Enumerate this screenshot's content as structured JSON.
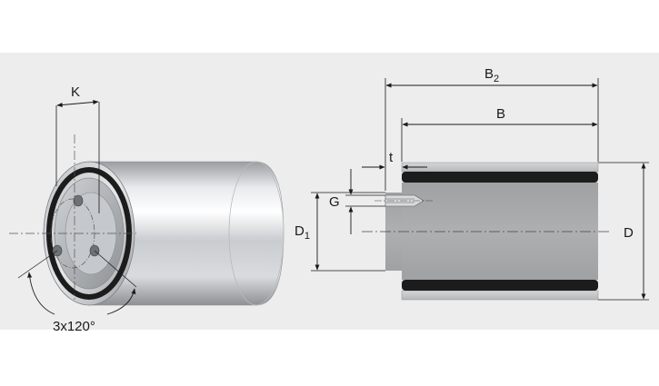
{
  "labels": {
    "K": "K",
    "angle": "3x120°",
    "B2_main": "B",
    "B2_sub": "2",
    "B": "B",
    "t": "t",
    "G": "G",
    "D1_main": "D",
    "D1_sub": "1",
    "D": "D"
  },
  "colors": {
    "background": "#ffffff",
    "band": "#ececec",
    "metal_dark": "#8f9296",
    "metal_mid": "#c3c6ca",
    "metal_light": "#f2f3f4",
    "section_fill": "#a5a6a8",
    "rubber": "#1c1c1c",
    "line": "#1a1a1a"
  },
  "icons": [
    "cylinder-3d-view",
    "cross-section-view",
    "dimension-arrow"
  ]
}
